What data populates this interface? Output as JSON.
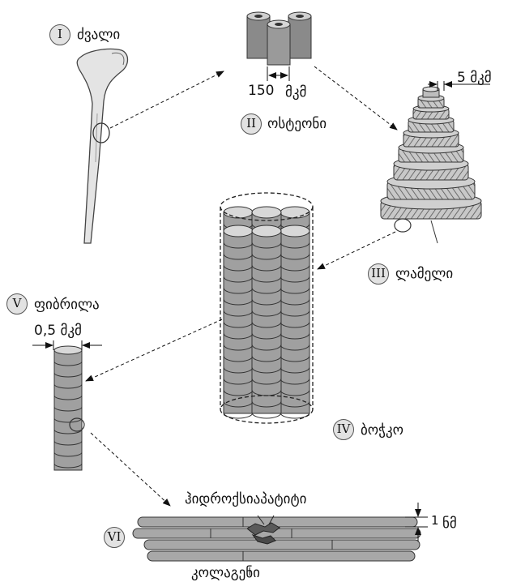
{
  "stages": [
    {
      "numeral": "I",
      "label": "ძვალი"
    },
    {
      "numeral": "II",
      "label": "ოსტეონი"
    },
    {
      "numeral": "III",
      "label": "ლამელი"
    },
    {
      "numeral": "IV",
      "label": "ბოჭკო"
    },
    {
      "numeral": "V",
      "label": "ფიბრილა"
    },
    {
      "numeral": "VI",
      "label": ""
    }
  ],
  "measurements": {
    "osteon_number": "150",
    "osteon_unit": "მკმ",
    "lamella_size": "5 მკმ",
    "fibril_size": "0,5 მკმ",
    "molecule_number": "1",
    "molecule_unit": "ნმ"
  },
  "components": {
    "hydroxyapatite": "ჰიდროქსიაპატიტი",
    "collagen": "კოლაგენი"
  },
  "colors": {
    "ink": "#111111",
    "shade": "#9a9a9a",
    "light": "#d6d6d6",
    "bone": "#e4e4e4"
  }
}
